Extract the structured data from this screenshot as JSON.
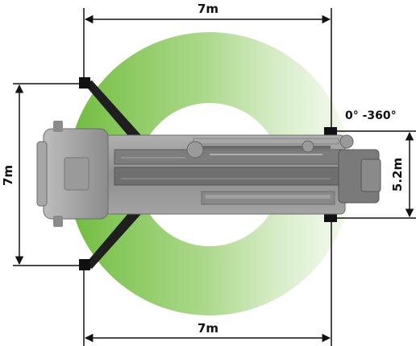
{
  "dimensions": {
    "top_width": "7m",
    "bottom_width": "7m",
    "left_height": "7m",
    "right_height": "5.2m"
  },
  "rotation_range": "0° -360°",
  "colors": {
    "slew_zone_green": "#7cc24a",
    "truck_body": "#9a9a9a",
    "outrigger": "#1f1f1f",
    "dimension_line": "#111111"
  }
}
